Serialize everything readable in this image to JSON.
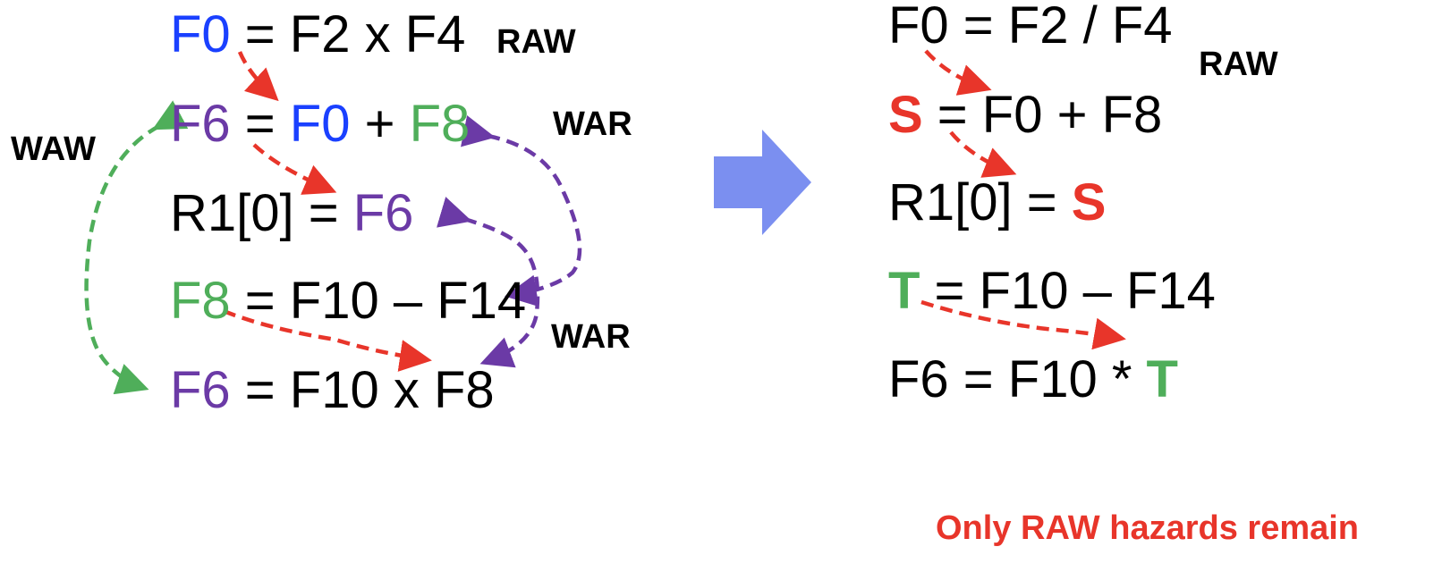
{
  "colors": {
    "blue": "#1a40ff",
    "purple": "#6b3aa6",
    "green": "#4fae5a",
    "red": "#e8352a",
    "block_arrow": "#7b8ff0",
    "black": "#000000"
  },
  "left": {
    "eq1": {
      "dst": "F0",
      "rest": " = F2 x F4"
    },
    "eq2": {
      "dst": "F6",
      "mid1": " = ",
      "src1": "F0",
      "mid2": " + ",
      "src2": "F8"
    },
    "eq3": {
      "pre": "R1[0] = ",
      "src": "F6"
    },
    "eq4": {
      "dst": "F8",
      "rest": " = F10 – F14"
    },
    "eq5": {
      "dst": "F6",
      "rest": " = F10 x F8"
    },
    "labels": {
      "raw": "RAW",
      "war_top": "WAR",
      "waw": "WAW",
      "war_bottom": "WAR"
    }
  },
  "right": {
    "eq1": "F0 = F2 / F4",
    "eq2": {
      "dst": "S",
      "rest": " = F0 + F8"
    },
    "eq3": {
      "pre": "R1[0] = ",
      "src": "S"
    },
    "eq4": {
      "dst": "T",
      "rest": " = F10 – F14"
    },
    "eq5": {
      "pre": "F6 = F10 * ",
      "src": "T"
    },
    "labels": {
      "raw": "RAW"
    }
  },
  "footer": "Only RAW hazards remain"
}
